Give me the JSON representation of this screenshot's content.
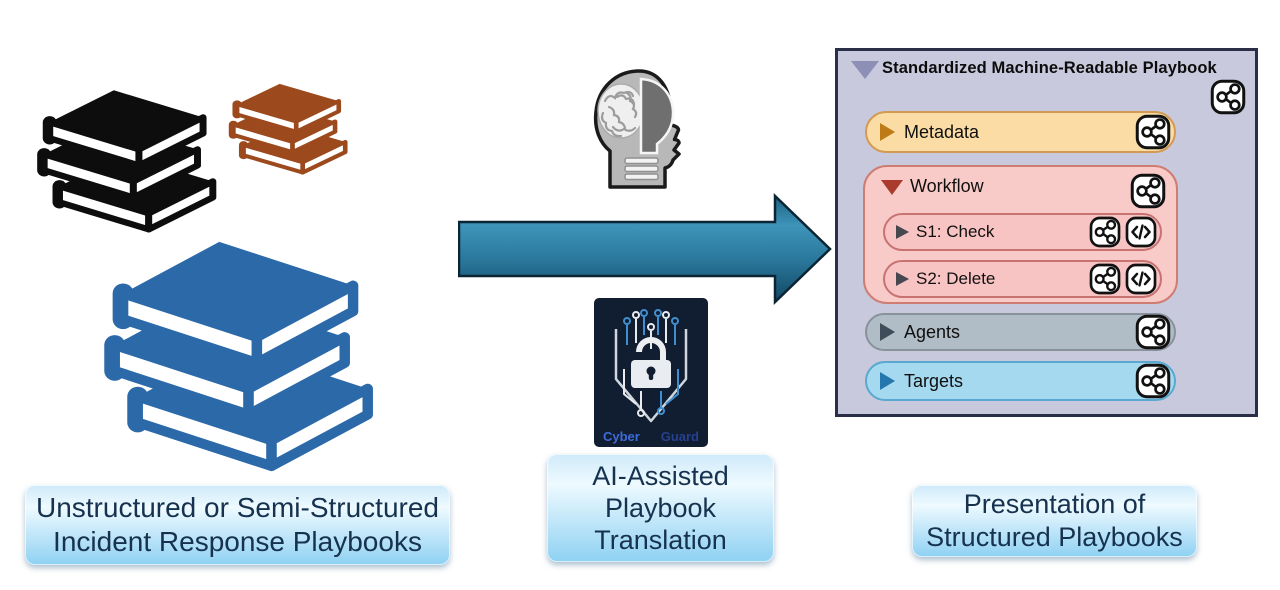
{
  "diagram": {
    "left": {
      "caption": [
        "Unstructured or Semi-Structured",
        "Incident Response Playbooks"
      ],
      "books": [
        {
          "name": "black-books",
          "color": "#0d0d0d"
        },
        {
          "name": "brown-books",
          "color": "#9c4a1d"
        },
        {
          "name": "blue-books",
          "color": "#2b69a8"
        }
      ]
    },
    "middle": {
      "caption": [
        "AI-Assisted",
        "Playbook",
        "Translation"
      ],
      "logo": {
        "left_word": "Cyber",
        "right_word": "Guard"
      }
    },
    "right": {
      "panel_title": "Standardized Machine-Readable Playbook",
      "caption": [
        "Presentation of",
        "Structured Playbooks"
      ],
      "sections": {
        "metadata": {
          "label": "Metadata",
          "fill": "#fadca4",
          "border": "#d29a52",
          "arrow": "#bd7a16",
          "state": "collapsed"
        },
        "workflow": {
          "label": "Workflow",
          "fill": "#f8cbc8",
          "border": "#cf7d72",
          "arrow": "#a93c2e",
          "state": "expanded",
          "steps": [
            {
              "label": "S1: Check"
            },
            {
              "label": "S2: Delete"
            }
          ]
        },
        "agents": {
          "label": "Agents",
          "fill": "#b0bcc6",
          "border": "#87929b",
          "arrow": "#3e4d59",
          "state": "collapsed"
        },
        "targets": {
          "label": "Targets",
          "fill": "#a5d9ef",
          "border": "#58a8cf",
          "arrow": "#2478ad",
          "state": "collapsed"
        }
      }
    },
    "colors": {
      "panel_bg": "#c9c9dd",
      "panel_border": "#2b2e47",
      "panel_triangle": "#8e8fb7",
      "arrow_gradient_top": "#1d6282",
      "arrow_gradient_mid": "#3e94b9",
      "arrow_gradient_bottom": "#134763",
      "caption_text": "#16324f",
      "caption_bg_top": "#eefaff",
      "caption_bg_bottom": "#8ed1f3"
    }
  }
}
